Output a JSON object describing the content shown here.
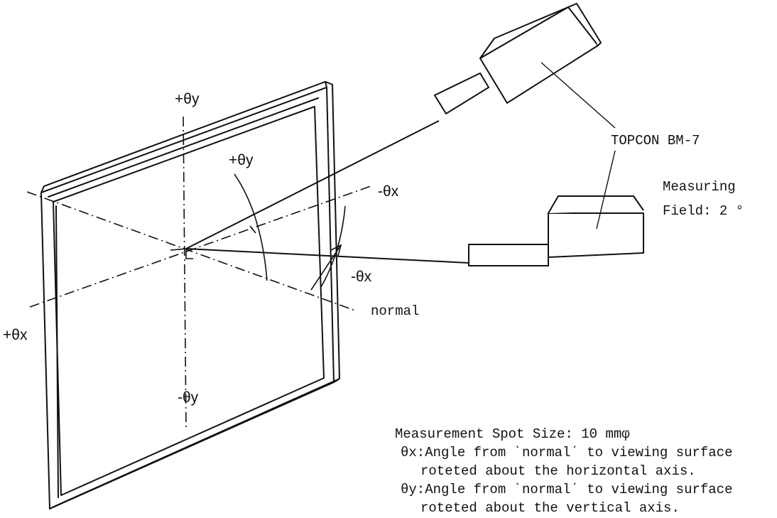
{
  "labels": {
    "plus_theta_y_top": "+θy",
    "plus_theta_y_inner": "+θy",
    "minus_theta_x_top": "-θx",
    "minus_theta_x_right": "-θx",
    "plus_theta_x": "+θx",
    "minus_theta_y": "-θy",
    "normal": "normal",
    "instrument": "TOPCON BM-7"
  },
  "measuring": {
    "line1": "Measuring",
    "line2": "Field: 2 °"
  },
  "notes": {
    "spot": "Measurement Spot Size: 10 mmφ",
    "theta_x_def": "θx:Angle from ˋnormalˊ to viewing surface",
    "theta_x_def2": "roteted about the horizontal axis.",
    "theta_y_def": "θy:Angle from ˋnormalˊ to viewing surface",
    "theta_y_def2": "roteted about the vertical axis."
  }
}
